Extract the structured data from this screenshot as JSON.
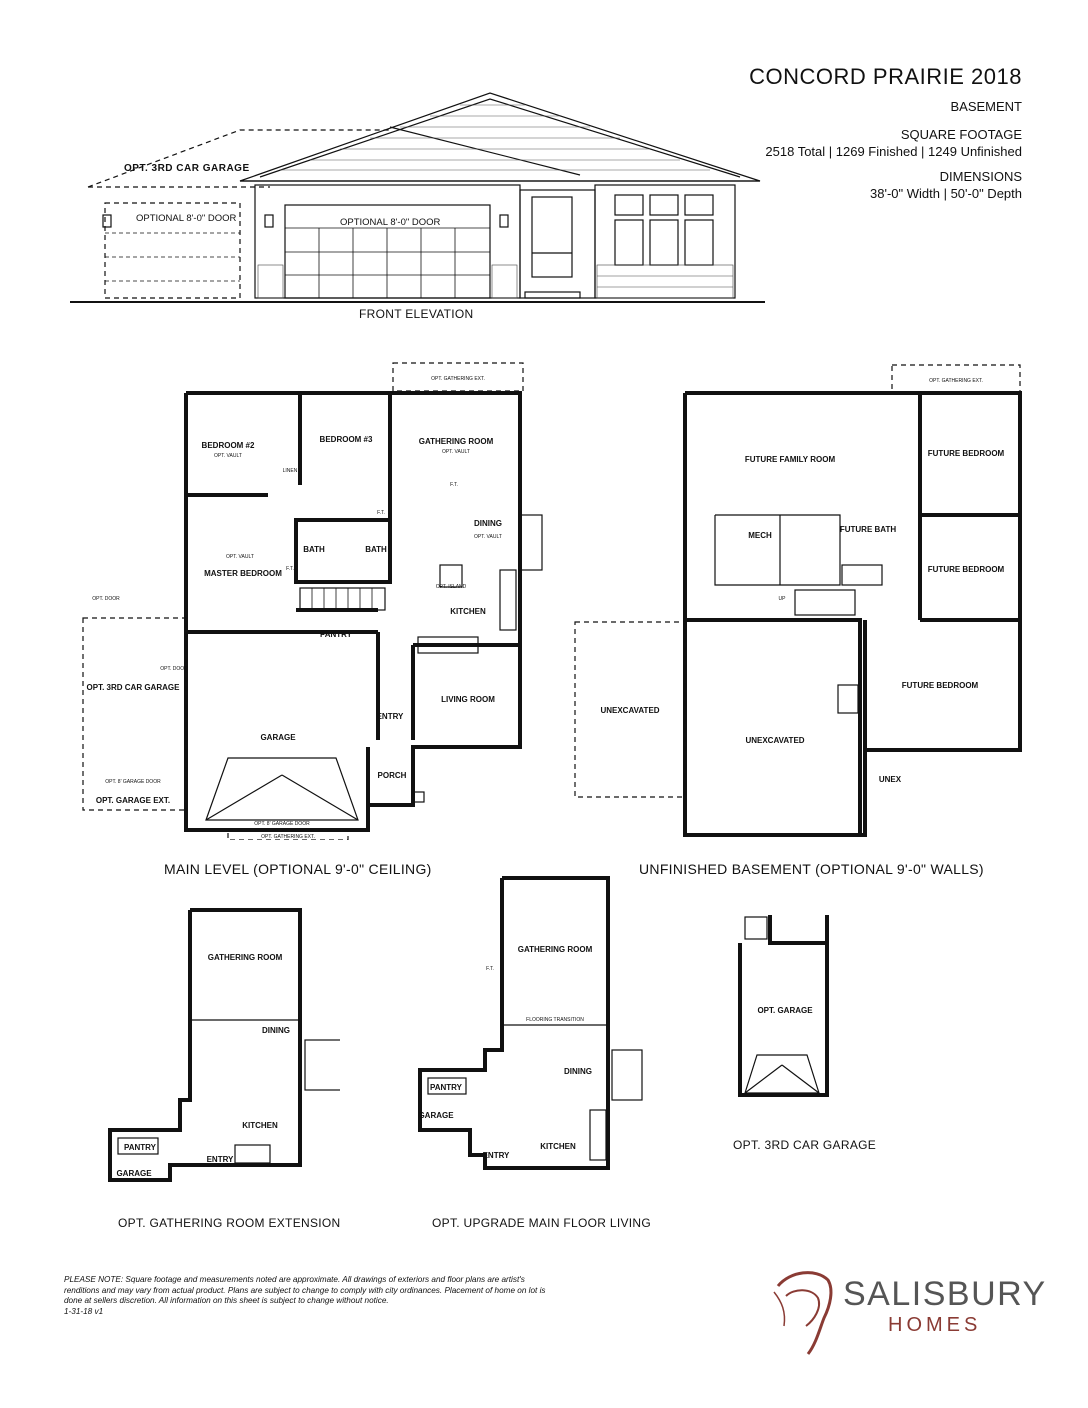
{
  "header": {
    "title": "CONCORD PRAIRIE 2018",
    "section": "BASEMENT",
    "sqft_label": "SQUARE FOOTAGE",
    "sqft_value": "2518 Total | 1269 Finished | 1249 Unfinished",
    "dims_label": "DIMENSIONS",
    "dims_value": "38'-0\" Width | 50'-0\" Depth"
  },
  "elevation": {
    "caption": "FRONT ELEVATION",
    "opt_garage": "OPT. 3RD CAR GARAGE",
    "door_left": "OPTIONAL 8'-0\" DOOR",
    "door_main": "OPTIONAL 8'-0\" DOOR"
  },
  "main_level": {
    "caption": "MAIN LEVEL (OPTIONAL 9'-0\" CEILING)",
    "rooms": {
      "bedroom2": "BEDROOM #2",
      "bedroom3": "BEDROOM #3",
      "gathering": "GATHERING ROOM",
      "master": "MASTER BEDROOM",
      "bath1": "BATH",
      "bath2": "BATH",
      "dining": "DINING",
      "kitchen": "KITCHEN",
      "pantry": "PANTRY",
      "living": "LIVING ROOM",
      "entry": "ENTRY",
      "porch": "PORCH",
      "garage": "GARAGE",
      "opt_garage": "OPT. 3RD CAR GARAGE",
      "opt_gathering_ext_top": "OPT. GATHERING EXT.",
      "opt_gathering_ext_bottom": "OPT. GATHERING EXT.",
      "opt_garage_ext": "OPT. GARAGE EXT.",
      "linen": "LINEN",
      "opt_vault1": "OPT. VAULT",
      "opt_vault2": "OPT. VAULT",
      "opt_vault3": "OPT. VAULT",
      "opt_vault4": "OPT. VAULT",
      "opt_island": "OPT. ISLAND",
      "opt_door1": "OPT. DOOR",
      "opt_door2": "OPT. DOOR",
      "ft1": "F.T.",
      "ft2": "F.T.",
      "ft3": "F.T.",
      "opt_garage_door1": "OPT. 8' GARAGE DOOR",
      "opt_garage_door2": "OPT. 8' GARAGE DOOR"
    }
  },
  "basement": {
    "caption": "UNFINISHED BASEMENT (OPTIONAL 9'-0\" WALLS)",
    "rooms": {
      "family": "FUTURE FAMILY ROOM",
      "bed1": "FUTURE BEDROOM",
      "bed2": "FUTURE BEDROOM",
      "bed3": "FUTURE BEDROOM",
      "bath": "FUTURE BATH",
      "mech": "MECH",
      "unexc1": "UNEXCAVATED",
      "unexc2": "UNEXCAVATED",
      "unex": "UNEX",
      "opt_ext": "OPT. GATHERING EXT.",
      "up": "UP"
    }
  },
  "opt_gathering_extension": {
    "caption": "OPT. GATHERING ROOM EXTENSION",
    "rooms": {
      "gathering": "GATHERING ROOM",
      "dining": "DINING",
      "kitchen": "KITCHEN",
      "pantry": "PANTRY",
      "garage": "GARAGE",
      "entry": "ENTRY"
    }
  },
  "opt_upgrade_living": {
    "caption": "OPT. UPGRADE MAIN FLOOR LIVING",
    "rooms": {
      "gathering": "GATHERING ROOM",
      "dining": "DINING",
      "kitchen": "KITCHEN",
      "pantry": "PANTRY",
      "garage": "GARAGE",
      "entry": "ENTRY",
      "flooring": "FLOORING TRANSITION",
      "ft": "F.T."
    }
  },
  "opt_third_garage": {
    "caption": "OPT. 3RD CAR GARAGE",
    "label": "OPT. GARAGE"
  },
  "footer": {
    "note": "PLEASE NOTE: Square footage and measurements noted are approximate. All drawings of exteriors and floor plans are artist's renditions and may vary from actual product. Plans are subject to change to comply with city ordinances. Placement of home on lot is done at sellers discretion. All information on this sheet is subject to change without notice.",
    "version": "1-31-18 v1",
    "logo_name": "SALISBURY",
    "logo_sub": "HOMES"
  }
}
